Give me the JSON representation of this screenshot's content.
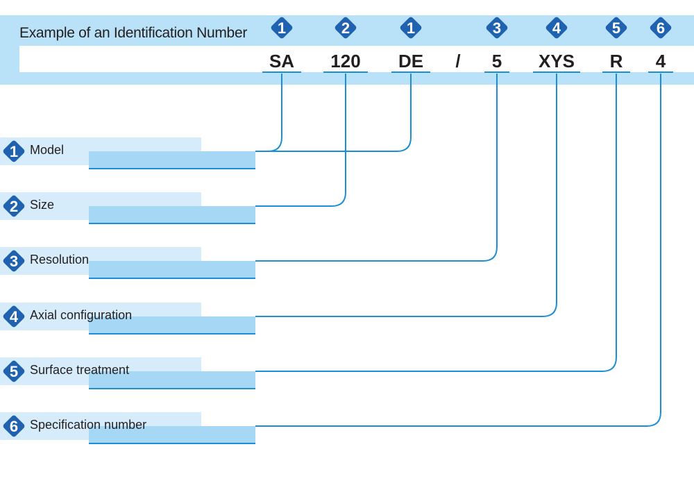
{
  "header": {
    "title": "Example of an Identification Number"
  },
  "code_parts": [
    {
      "text": "SA",
      "badge": "1"
    },
    {
      "text": "120",
      "badge": "2"
    },
    {
      "text": "DE",
      "badge": "1"
    },
    {
      "text": "/",
      "badge": ""
    },
    {
      "text": "5",
      "badge": "3"
    },
    {
      "text": "XYS",
      "badge": "4"
    },
    {
      "text": "R",
      "badge": "5"
    },
    {
      "text": "4",
      "badge": "6"
    }
  ],
  "rows": [
    {
      "num": "1",
      "label": "Model"
    },
    {
      "num": "2",
      "label": "Size"
    },
    {
      "num": "3",
      "label": "Resolution"
    },
    {
      "num": "4",
      "label": "Axial configuration"
    },
    {
      "num": "5",
      "label": "Surface treatment"
    },
    {
      "num": "6",
      "label": "Specification number"
    }
  ],
  "colors": {
    "badge": "#1f63b0",
    "line": "#1b8fd6",
    "band": "#b9e1f8",
    "row_light": "#d6ecfa",
    "row_blue": "#a6d8f5"
  }
}
